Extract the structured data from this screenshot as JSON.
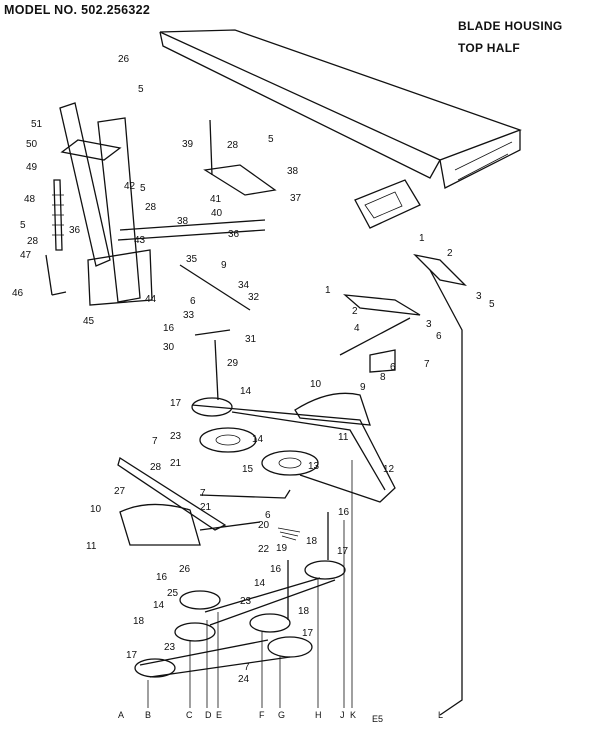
{
  "header": {
    "model": "MODEL NO. 502.256322",
    "section_title": "BLADE HOUSING",
    "section_subtitle": "TOP HALF"
  },
  "part_callouts": [
    {
      "id": "p26a",
      "text": "26"
    },
    {
      "id": "p5a",
      "text": "5"
    },
    {
      "id": "p51",
      "text": "51"
    },
    {
      "id": "p50",
      "text": "50"
    },
    {
      "id": "p49",
      "text": "49"
    },
    {
      "id": "p48",
      "text": "48"
    },
    {
      "id": "p5b",
      "text": "5"
    },
    {
      "id": "p28a",
      "text": "28"
    },
    {
      "id": "p47",
      "text": "47"
    },
    {
      "id": "p46",
      "text": "46"
    },
    {
      "id": "p45",
      "text": "45"
    },
    {
      "id": "p36a",
      "text": "36"
    },
    {
      "id": "p42",
      "text": "42"
    },
    {
      "id": "p5c",
      "text": "5"
    },
    {
      "id": "p43",
      "text": "43"
    },
    {
      "id": "p44",
      "text": "44"
    },
    {
      "id": "p39",
      "text": "39"
    },
    {
      "id": "p28b",
      "text": "28"
    },
    {
      "id": "p5d",
      "text": "5"
    },
    {
      "id": "p38a",
      "text": "38"
    },
    {
      "id": "p41",
      "text": "41"
    },
    {
      "id": "p28c",
      "text": "28"
    },
    {
      "id": "p38b",
      "text": "38"
    },
    {
      "id": "p40",
      "text": "40"
    },
    {
      "id": "p37",
      "text": "37"
    },
    {
      "id": "p36b",
      "text": "36"
    },
    {
      "id": "p35",
      "text": "35"
    },
    {
      "id": "p9a",
      "text": "9"
    },
    {
      "id": "p34",
      "text": "34"
    },
    {
      "id": "p32",
      "text": "32"
    },
    {
      "id": "p6a",
      "text": "6"
    },
    {
      "id": "p33",
      "text": "33"
    },
    {
      "id": "p16a",
      "text": "16"
    },
    {
      "id": "p31",
      "text": "31"
    },
    {
      "id": "p30",
      "text": "30"
    },
    {
      "id": "p29",
      "text": "29"
    },
    {
      "id": "p1a",
      "text": "1"
    },
    {
      "id": "p2a",
      "text": "2"
    },
    {
      "id": "p3a",
      "text": "3"
    },
    {
      "id": "p5e",
      "text": "5"
    },
    {
      "id": "p1b",
      "text": "1"
    },
    {
      "id": "p2b",
      "text": "2"
    },
    {
      "id": "p3b",
      "text": "3"
    },
    {
      "id": "p4",
      "text": "4"
    },
    {
      "id": "p6b",
      "text": "6"
    },
    {
      "id": "p7a",
      "text": "7"
    },
    {
      "id": "p6c",
      "text": "6"
    },
    {
      "id": "p8",
      "text": "8"
    },
    {
      "id": "p9b",
      "text": "9"
    },
    {
      "id": "p14a",
      "text": "14"
    },
    {
      "id": "p10a",
      "text": "10"
    },
    {
      "id": "p17a",
      "text": "17"
    },
    {
      "id": "p23a",
      "text": "23"
    },
    {
      "id": "p14b",
      "text": "14"
    },
    {
      "id": "p11a",
      "text": "11"
    },
    {
      "id": "p7b",
      "text": "7"
    },
    {
      "id": "p28d",
      "text": "28"
    },
    {
      "id": "p21a",
      "text": "21"
    },
    {
      "id": "p15",
      "text": "15"
    },
    {
      "id": "p13",
      "text": "13"
    },
    {
      "id": "p12",
      "text": "12"
    },
    {
      "id": "p27",
      "text": "27"
    },
    {
      "id": "p7c",
      "text": "7"
    },
    {
      "id": "p10b",
      "text": "10"
    },
    {
      "id": "p21b",
      "text": "21"
    },
    {
      "id": "p6d",
      "text": "6"
    },
    {
      "id": "p20",
      "text": "20"
    },
    {
      "id": "p11b",
      "text": "11"
    },
    {
      "id": "p22",
      "text": "22"
    },
    {
      "id": "p19",
      "text": "19"
    },
    {
      "id": "p16b",
      "text": "16"
    },
    {
      "id": "p18a",
      "text": "18"
    },
    {
      "id": "p17b",
      "text": "17"
    },
    {
      "id": "p26b",
      "text": "26"
    },
    {
      "id": "p16c",
      "text": "16"
    },
    {
      "id": "p25",
      "text": "25"
    },
    {
      "id": "p14c",
      "text": "14"
    },
    {
      "id": "p16d",
      "text": "16"
    },
    {
      "id": "p18b",
      "text": "18"
    },
    {
      "id": "p23b",
      "text": "23"
    },
    {
      "id": "p14d",
      "text": "14"
    },
    {
      "id": "p23c",
      "text": "23"
    },
    {
      "id": "p18c",
      "text": "18"
    },
    {
      "id": "p17c",
      "text": "17"
    },
    {
      "id": "p17d",
      "text": "17"
    },
    {
      "id": "p24",
      "text": "24"
    },
    {
      "id": "p7d",
      "text": "7"
    }
  ],
  "bottom_letters": [
    {
      "id": "A",
      "text": "A"
    },
    {
      "id": "B",
      "text": "B"
    },
    {
      "id": "C",
      "text": "C"
    },
    {
      "id": "D",
      "text": "D"
    },
    {
      "id": "E",
      "text": "E"
    },
    {
      "id": "F",
      "text": "F"
    },
    {
      "id": "G",
      "text": "G"
    },
    {
      "id": "H",
      "text": "H"
    },
    {
      "id": "J",
      "text": "J"
    },
    {
      "id": "K",
      "text": "K"
    },
    {
      "id": "L",
      "text": "L"
    }
  ],
  "page_mark": "E5"
}
